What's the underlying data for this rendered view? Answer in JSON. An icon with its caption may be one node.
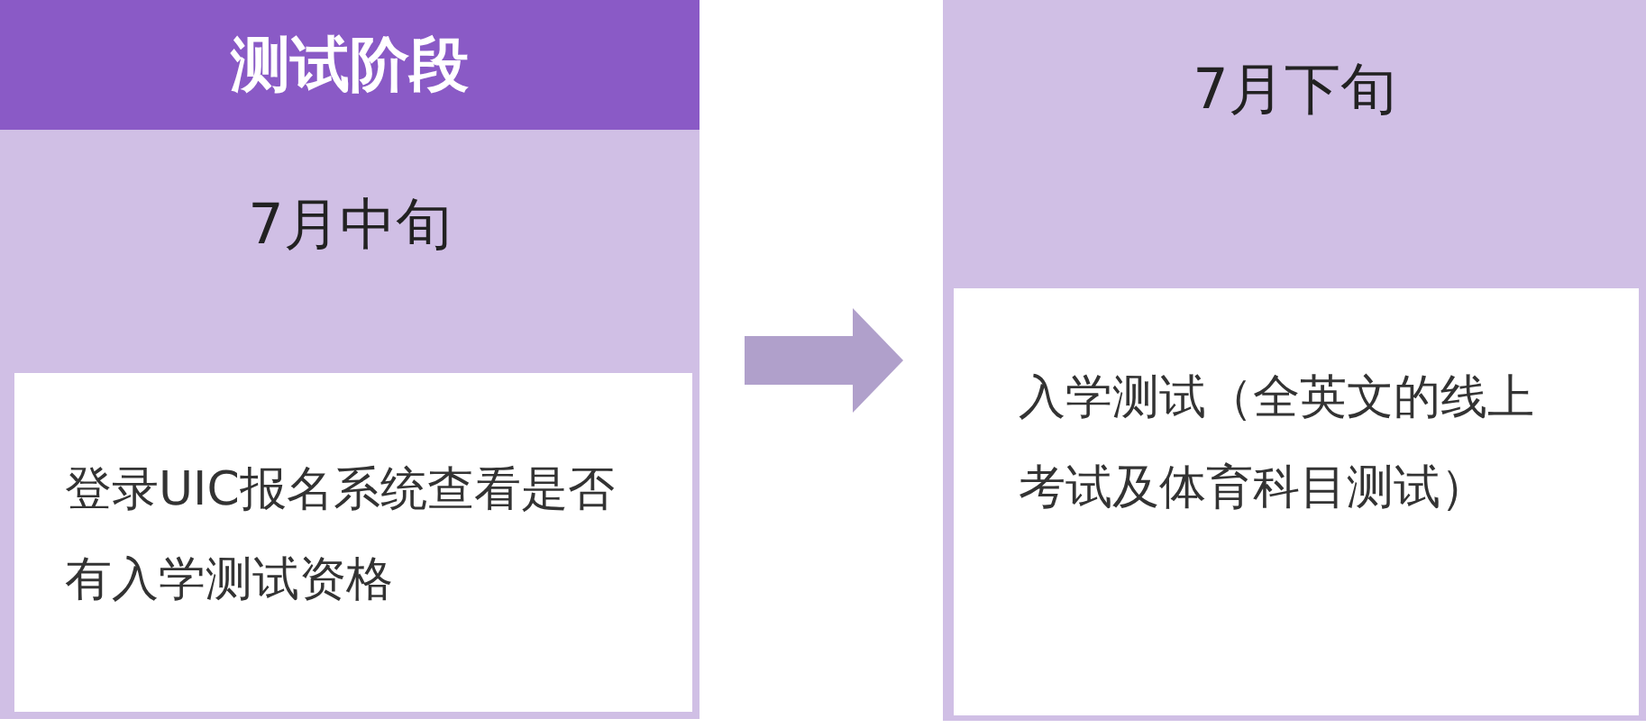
{
  "diagram": {
    "nodes": [
      {
        "text": [
          "测试阶段",
          "7月中旬",
          "登录UIC报名系统查看是否有入学测试资格"
        ]
      },
      {
        "text": [
          "7月下旬",
          "入学测试（全英文的线上考试及体育科目测试）"
        ]
      }
    ],
    "edges": [
      {
        "from": 0,
        "to": 1,
        "arrow": "to"
      }
    ]
  }
}
